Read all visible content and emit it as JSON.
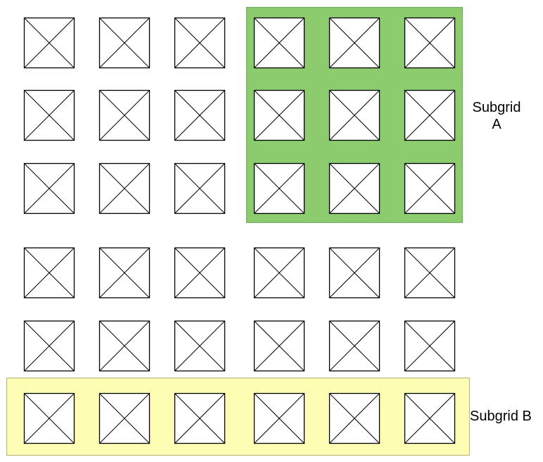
{
  "grid": {
    "rows": 6,
    "cols": 6
  },
  "subgrid_a": {
    "label_line1": "Subgrid",
    "label_line2": "A",
    "fill": "#8ccb6e",
    "stroke": "#7aa867",
    "rows": [
      0,
      1,
      2
    ],
    "cols": [
      3,
      4,
      5
    ]
  },
  "subgrid_b": {
    "label": "Subgrid B",
    "fill": "#fefdb4",
    "stroke": "#bdbc7a",
    "rows": [
      5
    ],
    "cols": [
      0,
      1,
      2,
      3,
      4,
      5
    ]
  },
  "cell": {
    "fill": "#ffffff",
    "stroke": "#000000",
    "icon": "crossed-box"
  }
}
